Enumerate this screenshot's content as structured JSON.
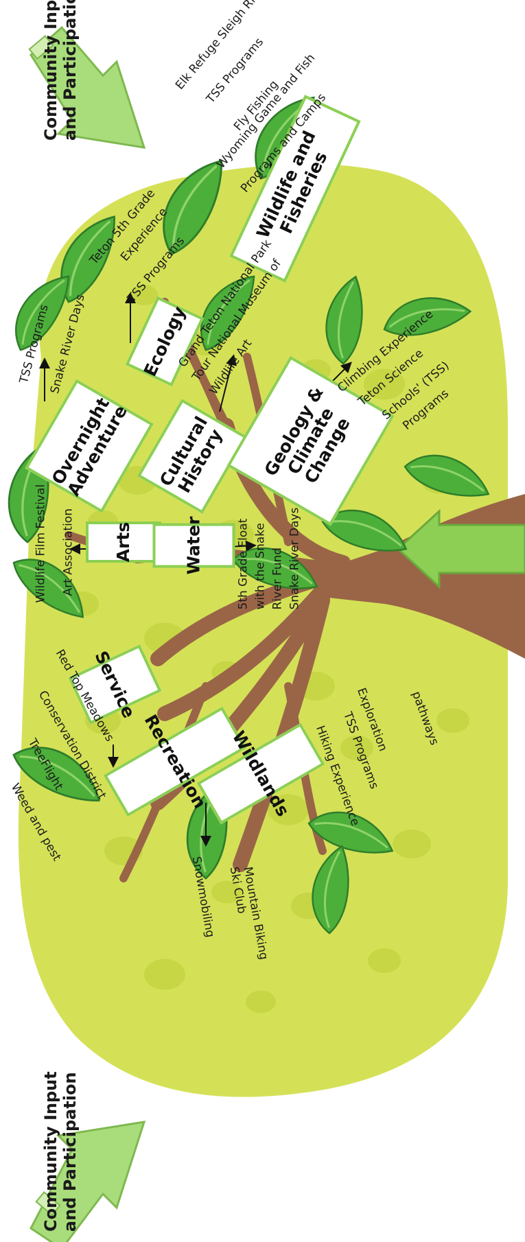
{
  "inputs": [
    {
      "id": "input-top",
      "title": "Community Input\nand Participation"
    },
    {
      "id": "input-bottom",
      "title": "Community Input\nand Participation"
    }
  ],
  "categories": [
    {
      "id": "wildlife-fisheries",
      "label": "Wildlife and Fisheries"
    },
    {
      "id": "ecology",
      "label": "Ecology"
    },
    {
      "id": "overnight-adventure",
      "label": "Overnight\nAdventure"
    },
    {
      "id": "cultural-history",
      "label": "Cultural\nHistory"
    },
    {
      "id": "geology-climate",
      "label": "Geology &\nClimate\nChange"
    },
    {
      "id": "arts",
      "label": "Arts"
    },
    {
      "id": "water",
      "label": "Water"
    },
    {
      "id": "service",
      "label": "Service"
    },
    {
      "id": "recreation",
      "label": "Recreation"
    },
    {
      "id": "wildlands",
      "label": "Wildlands"
    }
  ],
  "programs": [
    {
      "id": "elk-refuge",
      "text": "Elk Refuge Sleigh Ride"
    },
    {
      "id": "tss-1",
      "text": "TSS Programs"
    },
    {
      "id": "fly-fishing",
      "text": "Fly Fishing"
    },
    {
      "id": "wgf-1",
      "text": "Wyoming Game and Fish"
    },
    {
      "id": "wgf-2",
      "text": "Programs and Camps"
    },
    {
      "id": "teton5-1",
      "text": "Teton 5th Grade"
    },
    {
      "id": "teton5-2",
      "text": "Experience"
    },
    {
      "id": "tss-2",
      "text": "TSS Programs"
    },
    {
      "id": "tss-3",
      "text": "TSS Programs"
    },
    {
      "id": "snake-days-1",
      "text": "Snake River Days"
    },
    {
      "id": "gtnp-1",
      "text": "Grand Teton National Park"
    },
    {
      "id": "gtnp-2",
      "text": "Tour National Museum of"
    },
    {
      "id": "gtnp-3",
      "text": "Wildlife Art"
    },
    {
      "id": "climb-1",
      "text": "Climbing Experience"
    },
    {
      "id": "climb-2",
      "text": "Teton Science"
    },
    {
      "id": "climb-3",
      "text": "Schools' (TSS)"
    },
    {
      "id": "climb-4",
      "text": "Programs"
    },
    {
      "id": "wff",
      "text": "Wildlife Film Festival"
    },
    {
      "id": "art-assoc",
      "text": "Art Association"
    },
    {
      "id": "float-1",
      "text": "5th Grade Float"
    },
    {
      "id": "float-2",
      "text": "with the Snake"
    },
    {
      "id": "float-3",
      "text": "River Fund"
    },
    {
      "id": "snake-days-2",
      "text": "Snake River Days"
    },
    {
      "id": "red-top",
      "text": "Red Top Meadows"
    },
    {
      "id": "conservation",
      "text": "Conservation District"
    },
    {
      "id": "treeflight",
      "text": "TreeFlight"
    },
    {
      "id": "weed",
      "text": "Weed and pest"
    },
    {
      "id": "snowmobiling",
      "text": "Snowmobiling"
    },
    {
      "id": "ski-club",
      "text": "Ski Club"
    },
    {
      "id": "mtn-biking",
      "text": "Mountain Biking"
    },
    {
      "id": "pathways-1",
      "text": "Exploration"
    },
    {
      "id": "pathways-2",
      "text": "pathways"
    },
    {
      "id": "tss-4",
      "text": "TSS Programs"
    },
    {
      "id": "hiking",
      "text": "Hiking Experience"
    }
  ],
  "colors": {
    "canopy": "#d4e157",
    "canopy_spot": "#c0d23c",
    "trunk": "#9a6547",
    "leaf": "#4caf3a",
    "leaf_light": "#8fd36a",
    "leaf_outline": "#2f7d2a",
    "box_border": "#8ccf54",
    "input_arrow": "#a9dd7c",
    "trunk_arrow": "#8ccf54"
  },
  "icons": [
    "leaf-icon",
    "connector-arrow-icon",
    "input-arrow-icon"
  ]
}
